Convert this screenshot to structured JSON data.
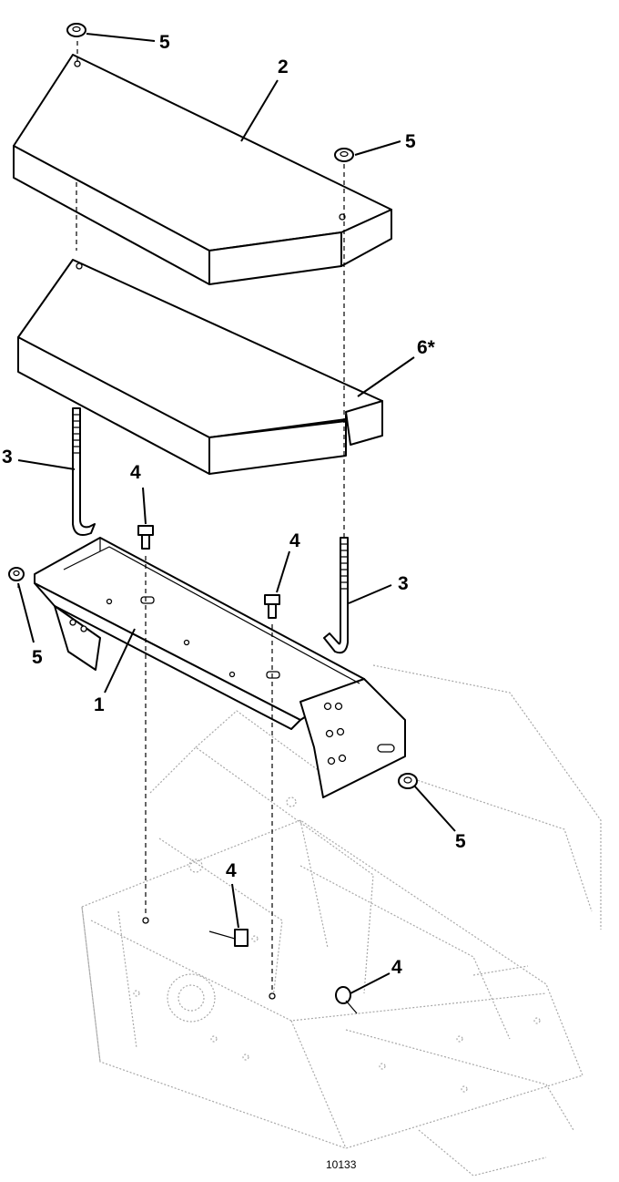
{
  "diagram": {
    "figure_number": "10133",
    "callouts": [
      {
        "id": "c-2",
        "text": "2"
      },
      {
        "id": "c-5-top",
        "text": "5"
      },
      {
        "id": "c-5-mid",
        "text": "5"
      },
      {
        "id": "c-6",
        "text": "6*"
      },
      {
        "id": "c-3-left",
        "text": "3"
      },
      {
        "id": "c-4-left",
        "text": "4"
      },
      {
        "id": "c-4-mid",
        "text": "4"
      },
      {
        "id": "c-3-right",
        "text": "3"
      },
      {
        "id": "c-5-left",
        "text": "5"
      },
      {
        "id": "c-1",
        "text": "1"
      },
      {
        "id": "c-5-right",
        "text": "5"
      },
      {
        "id": "c-4-lower",
        "text": "4"
      },
      {
        "id": "c-4-bottom",
        "text": "4"
      }
    ]
  }
}
